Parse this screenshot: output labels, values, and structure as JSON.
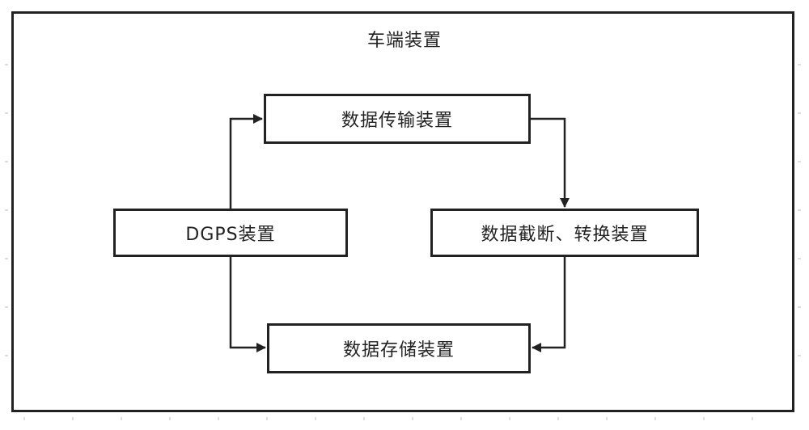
{
  "diagram": {
    "container_label": "车端装置",
    "nodes": {
      "transfer": "数据传输装置",
      "dgps": "DGPS装置",
      "convert": "数据截断、转换装置",
      "storage": "数据存储装置"
    },
    "edges": [
      {
        "from": "dgps",
        "to": "transfer"
      },
      {
        "from": "transfer",
        "to": "convert"
      },
      {
        "from": "dgps",
        "to": "storage"
      },
      {
        "from": "convert",
        "to": "storage"
      }
    ]
  }
}
